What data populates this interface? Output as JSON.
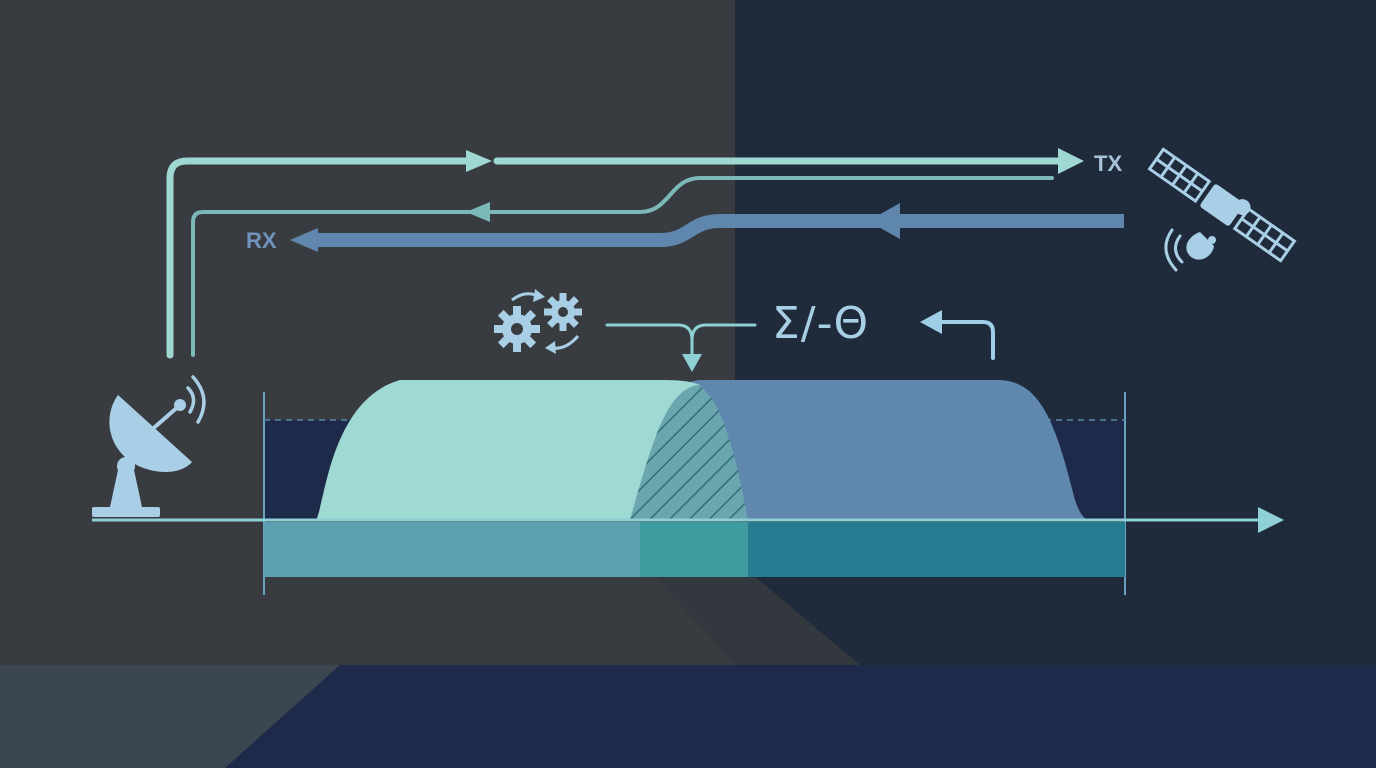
{
  "labels": {
    "tx": "TX",
    "rx": "RX",
    "formula": "Σ/-Θ"
  },
  "icons": {
    "ground_station": "satellite-dish-icon",
    "satellite": "satellite-icon",
    "processing": "gears-icon"
  },
  "colors": {
    "background_left": "#383c40",
    "background_right": "#1f2a3a",
    "floor": "#1e2a4a",
    "tx_path": "#9fd8d2",
    "rx_path": "#5f87ae",
    "rx_secondary": "#7cb8b8",
    "tx_band": "#9fd9d3",
    "rx_band": "#6088ae",
    "band_lower_left": "#5b9fb1",
    "band_lower_overlap": "#3e9c9e",
    "band_lower_right": "#257c90",
    "axis": "#8ed0d6",
    "icon": "#a9cfe6",
    "label": "#8fb3d6"
  }
}
